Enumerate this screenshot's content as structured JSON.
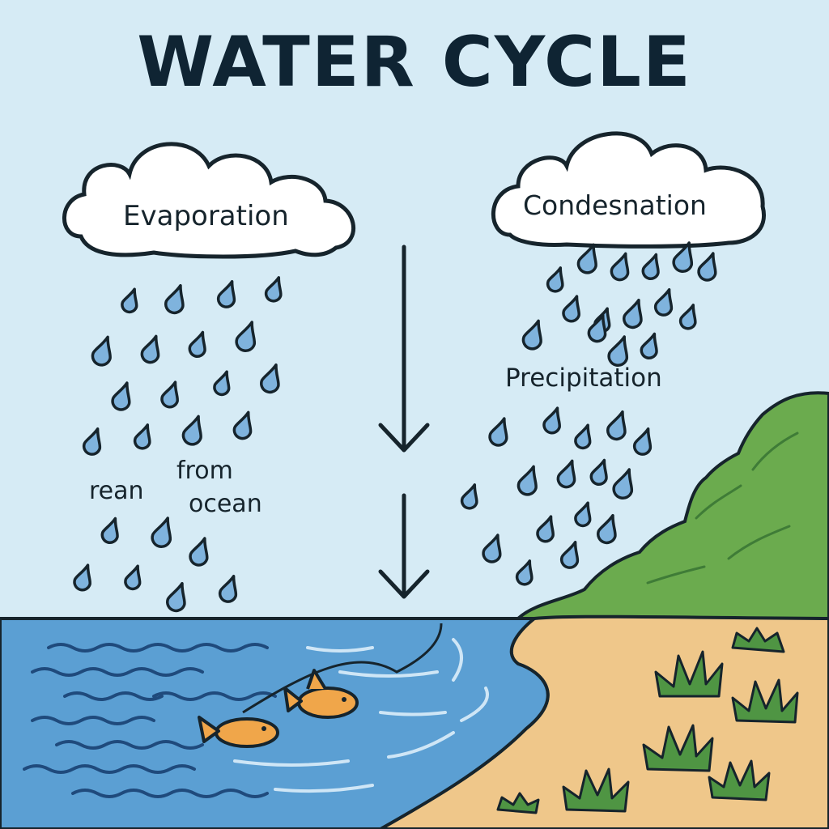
{
  "title": "WATER CYCLE",
  "labels": {
    "evaporation": "Evaporation",
    "condensation": "Condesnation",
    "precipitation": "Precipitation",
    "rean": "rean",
    "from": "from",
    "ocean": "ocean"
  },
  "colors": {
    "sky": "#d6ebf5",
    "ocean": "#5b9fd3",
    "ocean_wave": "#1f4a7c",
    "ocean_highlight": "#cfe6f6",
    "sand": "#efc78a",
    "hill": "#6bab4e",
    "bush": "#4f9543",
    "drop": "#7fb3dd",
    "outline": "#16242c",
    "fish": "#f0a64a"
  },
  "icons": [
    "evaporation-cloud-icon",
    "condensation-cloud-icon",
    "raindrop-icon",
    "down-arrow-icon",
    "fish-icon",
    "bush-icon"
  ]
}
